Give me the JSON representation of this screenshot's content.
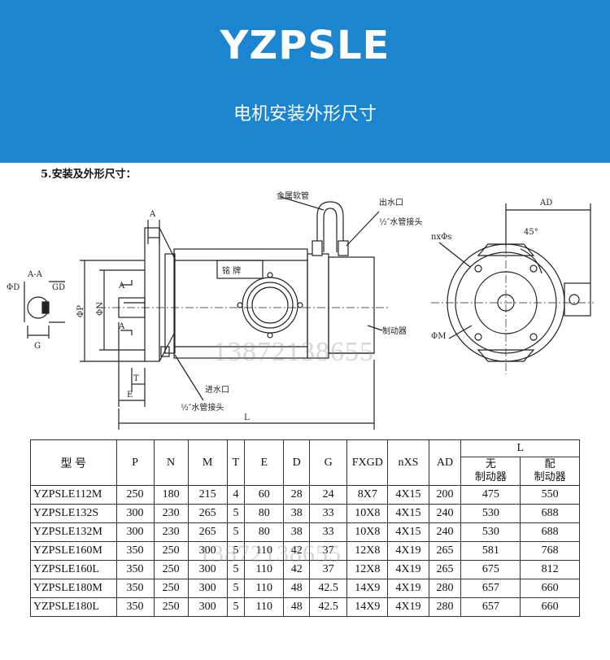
{
  "banner": {
    "title": "YZPSLE",
    "subtitle": "电机安装外形尺寸"
  },
  "section_heading": "5.安装及外形尺寸：",
  "drawing": {
    "labels": {
      "metal_hose": "金属软管",
      "water_outlet": "出水口",
      "water_inlet": "进水口",
      "pipe_joint_top": "½″水管接头",
      "pipe_joint_bottom": "½″水管接头",
      "nameplate": "铭  牌",
      "brake": "制动器",
      "section": "A-A",
      "dim_A": "A",
      "dim_T": "T",
      "dim_E": "E",
      "dim_L": "L",
      "dim_D": "ΦD",
      "dim_GD": "GD",
      "dim_G": "G",
      "dim_P": "ΦP",
      "dim_N": "ΦN",
      "dim_AD": "AD",
      "dim_nxs": "nxΦs",
      "dim_45": "45°",
      "dim_M": "ΦM"
    }
  },
  "watermark": "13872138655",
  "table": {
    "headers": {
      "model": "型  号",
      "P": "P",
      "N": "N",
      "M": "M",
      "T": "T",
      "E": "E",
      "D": "D",
      "G": "G",
      "FXGD": "FXGD",
      "nXS": "nXS",
      "AD": "AD",
      "L": "L",
      "no_brake": "无\n制动器",
      "with_brake": "配\n制动器"
    },
    "rows": [
      [
        "YZPSLE112M",
        "250",
        "180",
        "215",
        "4",
        "60",
        "28",
        "24",
        "8X7",
        "4X15",
        "200",
        "475",
        "550"
      ],
      [
        "YZPSLE132S",
        "300",
        "230",
        "265",
        "5",
        "80",
        "38",
        "33",
        "10X8",
        "4X15",
        "240",
        "530",
        "688"
      ],
      [
        "YZPSLE132M",
        "300",
        "230",
        "265",
        "5",
        "80",
        "38",
        "33",
        "10X8",
        "4X15",
        "240",
        "530",
        "688"
      ],
      [
        "YZPSLE160M",
        "350",
        "250",
        "300",
        "5",
        "110",
        "42",
        "37",
        "12X8",
        "4X19",
        "265",
        "581",
        "768"
      ],
      [
        "YZPSLE160L",
        "350",
        "250",
        "300",
        "5",
        "110",
        "42",
        "37",
        "12X8",
        "4X19",
        "265",
        "675",
        "812"
      ],
      [
        "YZPSLE180M",
        "350",
        "250",
        "300",
        "5",
        "110",
        "48",
        "42.5",
        "14X9",
        "4X19",
        "280",
        "657",
        "660"
      ],
      [
        "YZPSLE180L",
        "350",
        "250",
        "300",
        "5",
        "110",
        "48",
        "42.5",
        "14X9",
        "4X19",
        "280",
        "657",
        "660"
      ]
    ]
  }
}
